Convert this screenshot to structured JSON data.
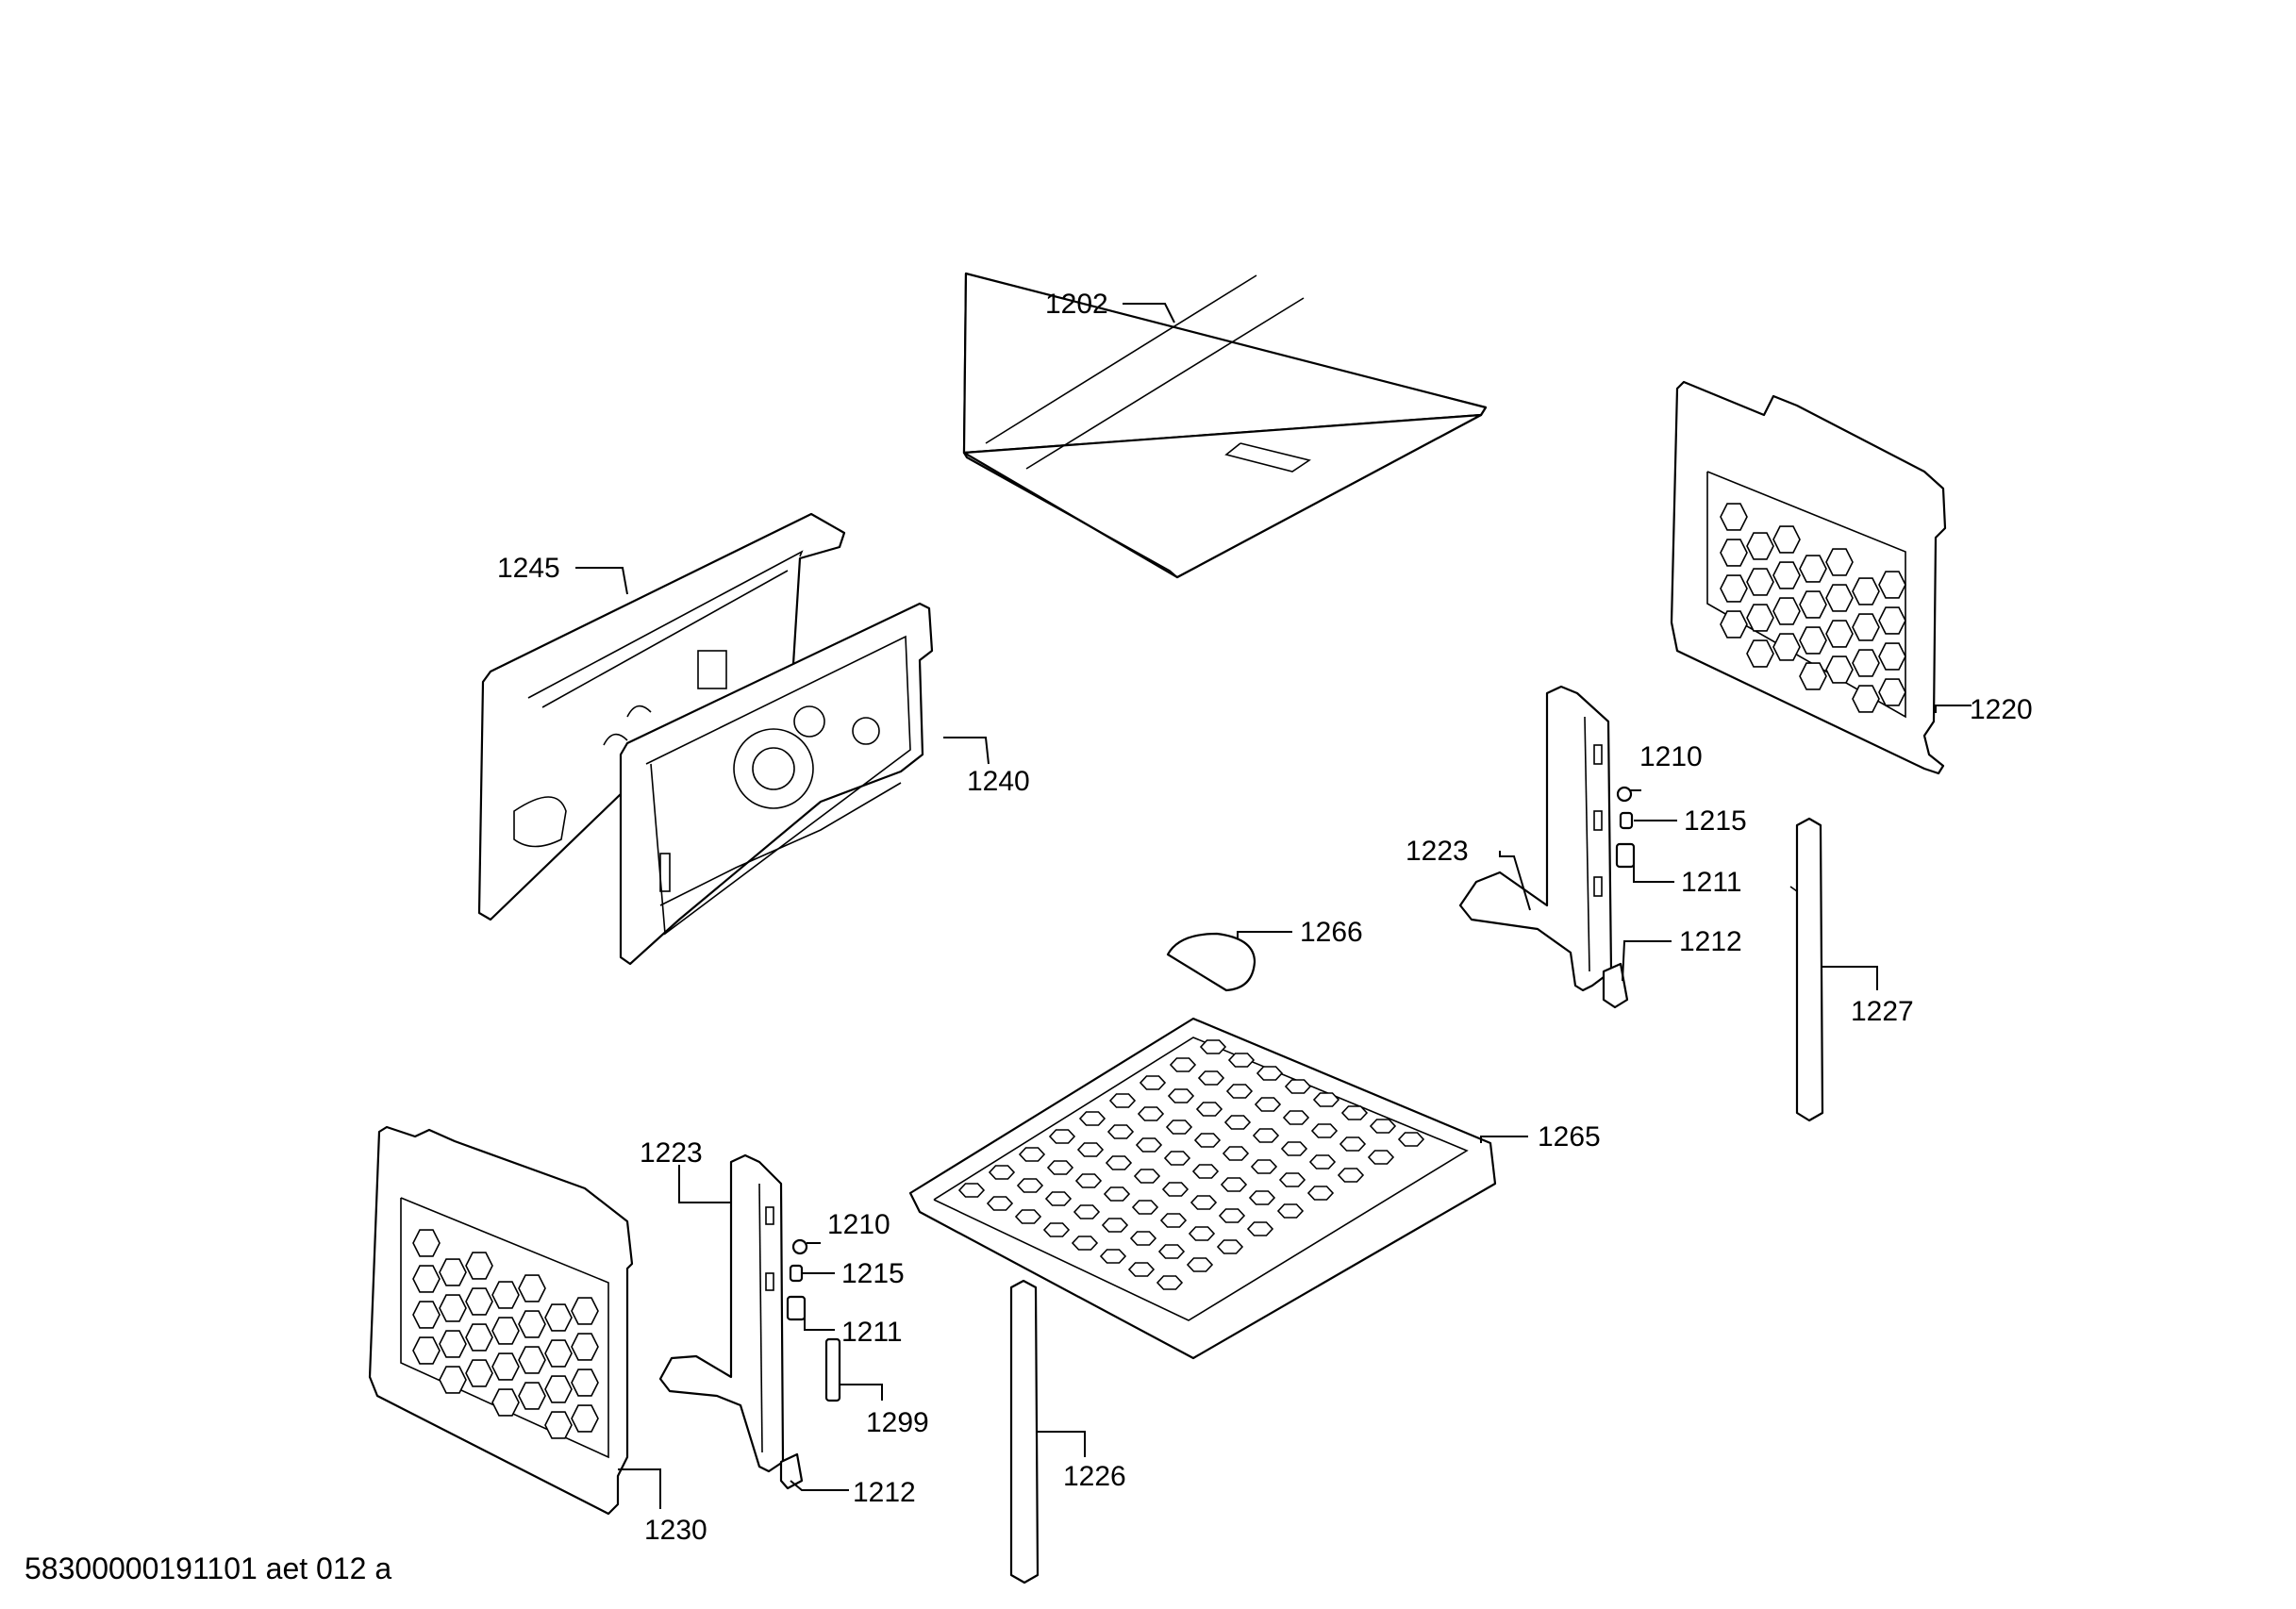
{
  "document_id": "58300000191101 aet 012 a",
  "callouts": {
    "c1202": "1202",
    "c1245": "1245",
    "c1240": "1240",
    "c1220": "1220",
    "c1210a": "1210",
    "c1215a": "1215",
    "c1223a": "1223",
    "c1211a": "1211",
    "c1266": "1266",
    "c1212a": "1212",
    "c1227": "1227",
    "c1265": "1265",
    "c1223b": "1223",
    "c1210b": "1210",
    "c1215b": "1215",
    "c1211b": "1211",
    "c1299": "1299",
    "c1226": "1226",
    "c1212b": "1212",
    "c1230": "1230"
  }
}
